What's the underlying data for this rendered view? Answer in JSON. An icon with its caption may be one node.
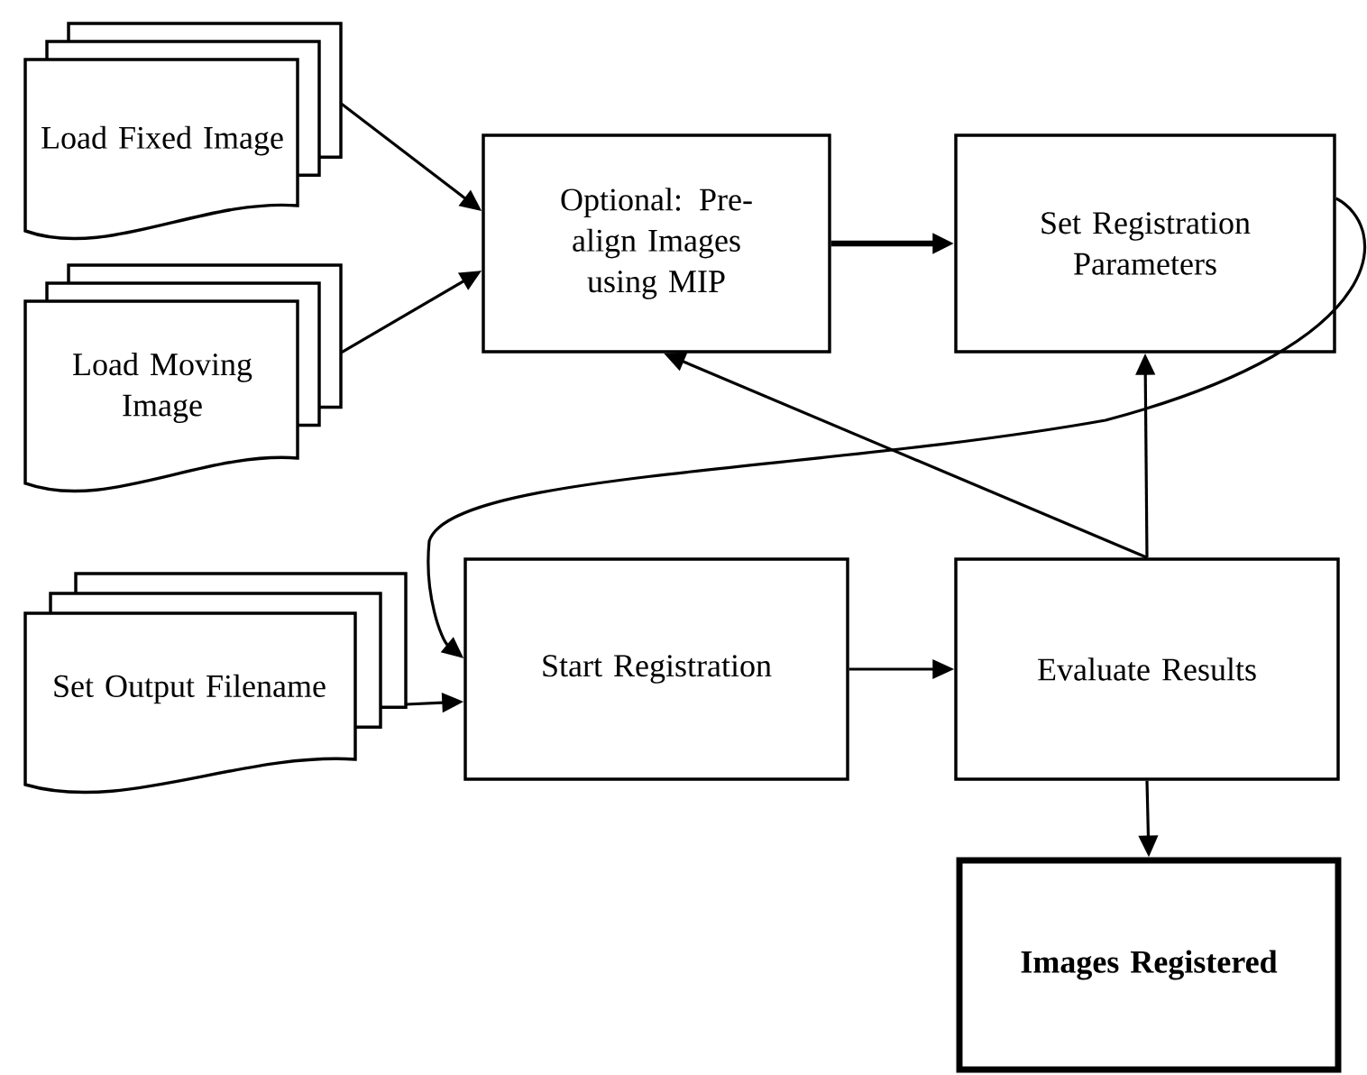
{
  "diagram": {
    "nodes": [
      {
        "text": [
          "Load Fixed Image"
        ]
      },
      {
        "text": [
          "Load Moving Image"
        ]
      },
      {
        "text": [
          "Optional: Pre-align Images using MIP"
        ]
      },
      {
        "text": [
          "Set Registration Parameters"
        ]
      },
      {
        "text": [
          "Set Output Filename"
        ]
      },
      {
        "text": [
          "Start Registration"
        ]
      },
      {
        "text": [
          "Evaluate Results"
        ]
      },
      {
        "text": [
          "Images Registered"
        ]
      }
    ],
    "edges": [
      {
        "from": 0,
        "to": 2,
        "arrow": "to"
      },
      {
        "from": 1,
        "to": 2,
        "arrow": "to"
      },
      {
        "from": 2,
        "to": 3,
        "arrow": "to",
        "style": "thick"
      },
      {
        "from": 3,
        "to": 5,
        "arrow": "to"
      },
      {
        "from": 4,
        "to": 5,
        "arrow": "to"
      },
      {
        "from": 5,
        "to": 6,
        "arrow": "to"
      },
      {
        "from": 6,
        "to": 3,
        "arrow": "to"
      },
      {
        "from": 6,
        "to": 2,
        "arrow": "to"
      },
      {
        "from": 6,
        "to": 7,
        "arrow": "to"
      }
    ]
  }
}
